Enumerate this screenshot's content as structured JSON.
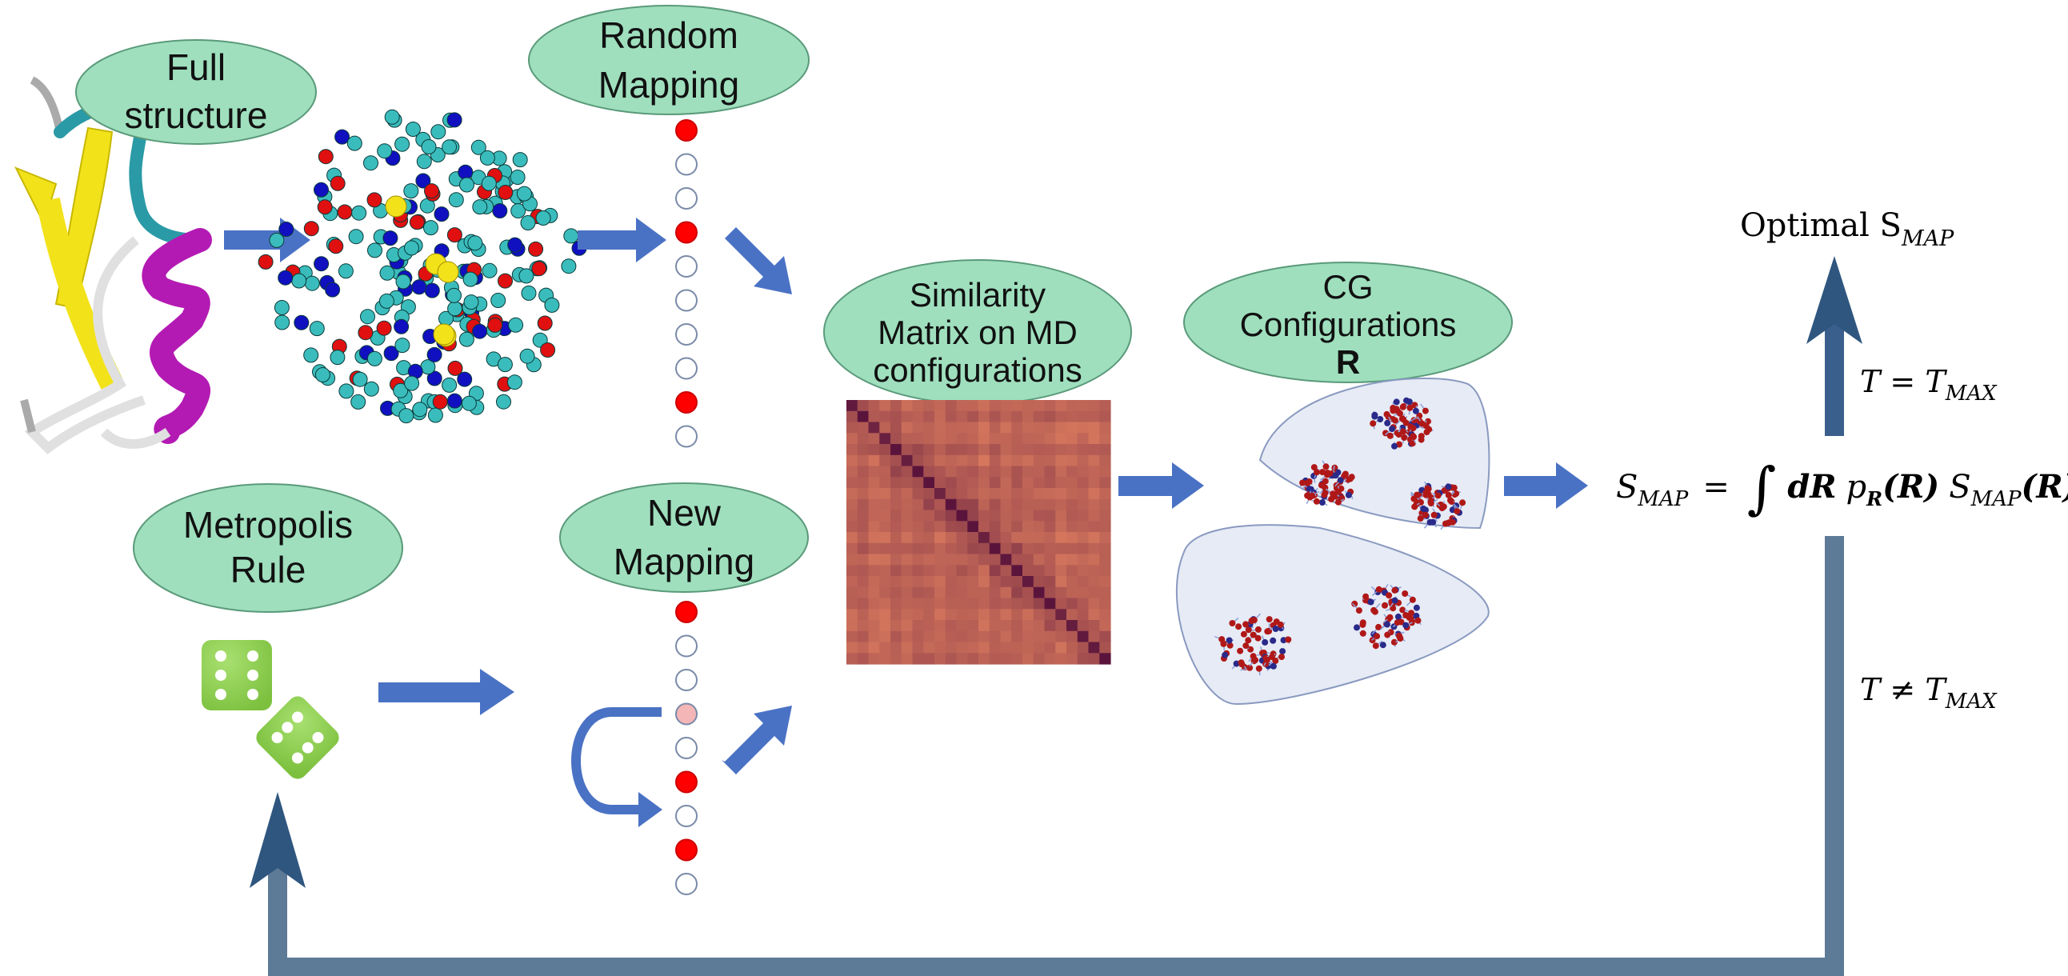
{
  "labels": {
    "full_structure": [
      "Full",
      "structure"
    ],
    "random_mapping": [
      "Random",
      "Mapping"
    ],
    "similarity_matrix": [
      "Similarity",
      "Matrix on MD",
      "configurations"
    ],
    "cg_configurations": [
      "CG",
      "Configurations",
      "R"
    ],
    "metropolis_rule": [
      "Metropolis",
      "Rule"
    ],
    "new_mapping": [
      "New",
      "Mapping"
    ]
  },
  "math": {
    "optimal_main": "Optimal S",
    "optimal_sub": "MAP",
    "t_equal": "T = T",
    "t_equal_sub": "MAX",
    "t_not_equal": "T ≠ T",
    "t_not_equal_sub": "MAX",
    "eq_lhs": "S",
    "eq_lhs_sub": "MAP",
    "eq_eq": "=",
    "eq_int": "∫",
    "eq_dR": "dR",
    "eq_p": "p",
    "eq_p_sub": "R",
    "eq_p_arg": "(R)",
    "eq_s": "S",
    "eq_s_sub": "MAP",
    "eq_s_arg": "(R)"
  },
  "mapping_columns": {
    "random": [
      "selected",
      "empty",
      "empty",
      "selected",
      "empty",
      "empty",
      "empty",
      "empty",
      "selected",
      "empty"
    ],
    "new": [
      "selected",
      "empty",
      "empty",
      "swapped",
      "empty",
      "selected",
      "empty",
      "selected",
      "empty"
    ]
  },
  "colors": {
    "bubble_fill": "#9fdfbe",
    "bubble_stroke": "#5a9a7a",
    "arrow_blue": "#4a72c4",
    "loop_arrow": "#3b5f8c",
    "dot_red": "#ff0000",
    "dot_pink": "#f4b6b6",
    "dot_empty_stroke": "#7a8aa8",
    "cg_panel_fill": "#e6ebf5",
    "dice_green": "#8fd14f",
    "ribbon_yellow": "#f2e21a",
    "ribbon_magenta": "#b31ab3",
    "ribbon_cyan": "#2a9aa6",
    "atom_cyan": "#3bbcbc",
    "atom_blue": "#1010c0",
    "atom_red": "#e01010",
    "atom_yellow": "#f2e21a"
  }
}
